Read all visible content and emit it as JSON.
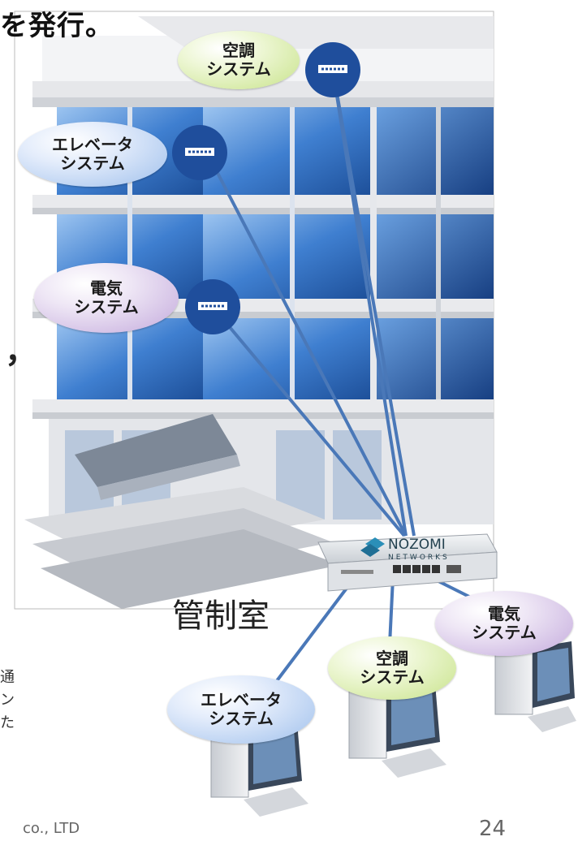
{
  "header": {
    "heading_fragment": "を発行。"
  },
  "left_fragments": {
    "comma": "，",
    "line1": "通",
    "line2": "ン",
    "line3": "た"
  },
  "building_bubbles": [
    {
      "line1": "空調",
      "line2": "システム"
    },
    {
      "line1": "エレベータ",
      "line2": "システム"
    },
    {
      "line1": "電気",
      "line2": "システム"
    }
  ],
  "control_room": {
    "label": "管制室",
    "appliance_logo": {
      "name": "NOZOMI",
      "sub": "NETWORKS"
    }
  },
  "room_bubbles": [
    {
      "line1": "電気",
      "line2": "システム"
    },
    {
      "line1": "空調",
      "line2": "システム"
    },
    {
      "line1": "エレベータ",
      "line2": "システム"
    }
  ],
  "footer": {
    "left_text": "co., LTD",
    "page_number": "24"
  },
  "colors": {
    "link_line": "#4a78b8",
    "device_circle": "#1f4e9c",
    "glass": "#3f7fd0",
    "green_bubble": "#c8e38a",
    "blue_bubble": "#9fc0ec",
    "purple_bubble": "#c3a9dc",
    "nozomi_accent": "#2b8fb8"
  }
}
